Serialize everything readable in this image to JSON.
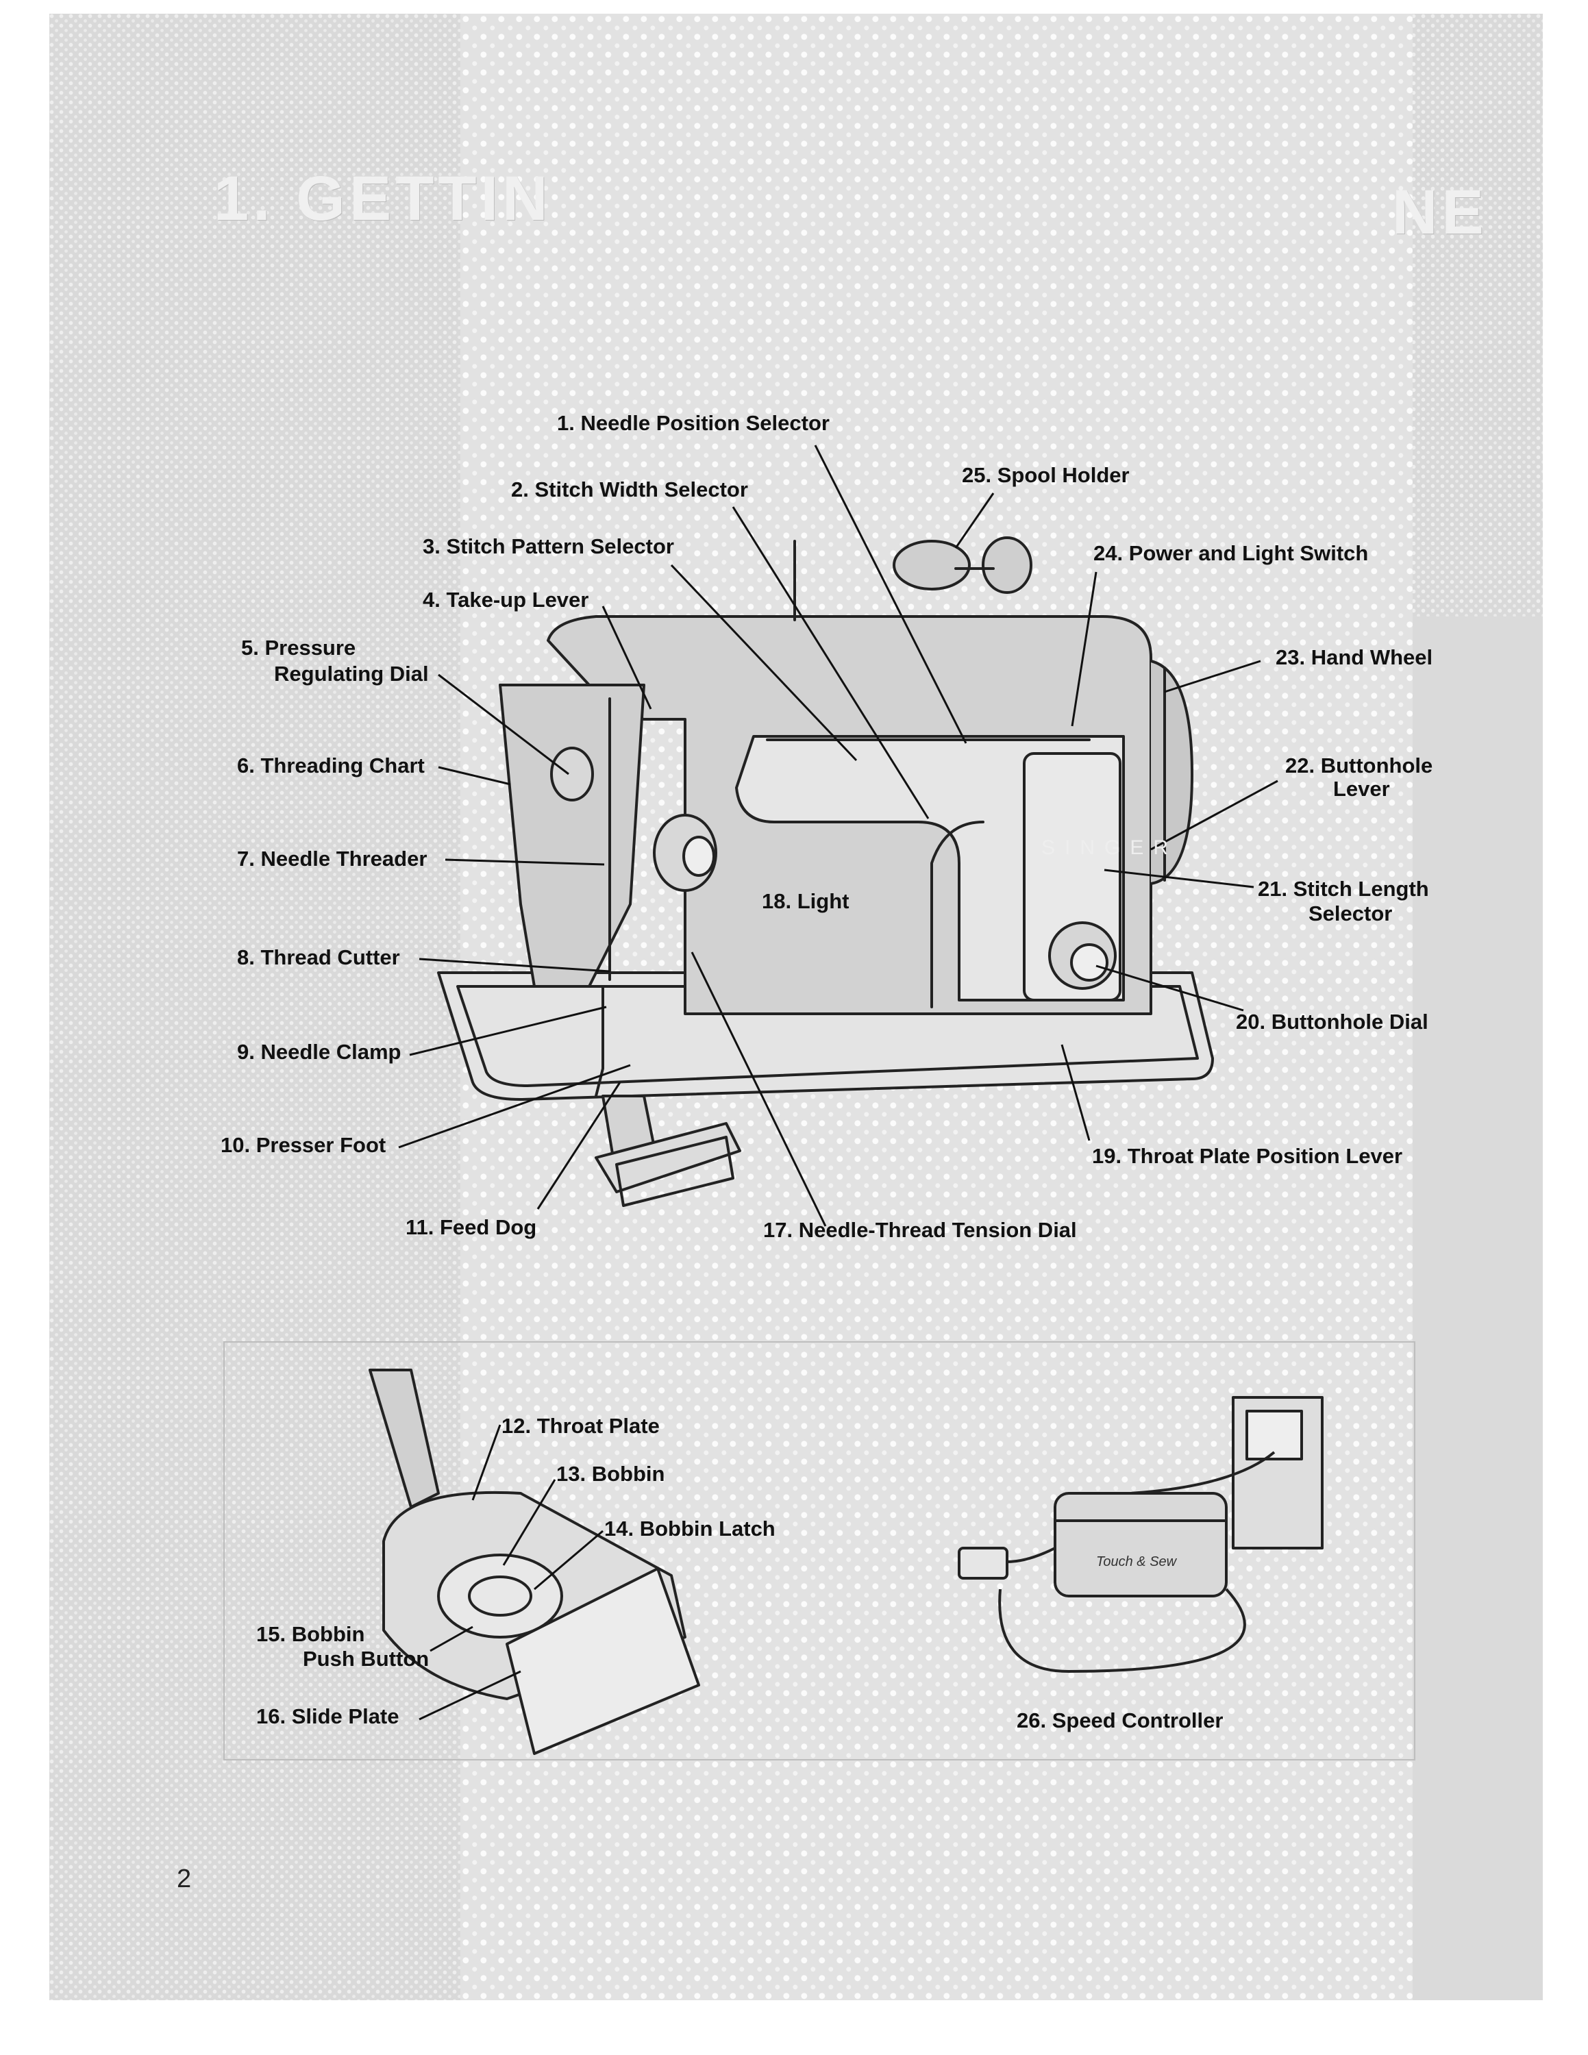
{
  "title": {
    "left_fragment": "1. GETTIN",
    "right_fragment": "NE"
  },
  "labels": [
    {
      "id": "l1",
      "text": "1.  Needle Position Selector"
    },
    {
      "id": "l2",
      "text": "2.  Stitch Width Selector"
    },
    {
      "id": "l3",
      "text": "3.  Stitch Pattern Selector"
    },
    {
      "id": "l4",
      "text": "4.  Take-up Lever"
    },
    {
      "id": "l5a",
      "text": "5.  Pressure"
    },
    {
      "id": "l5b",
      "text": "Regulating Dial"
    },
    {
      "id": "l6",
      "text": "6.  Threading Chart"
    },
    {
      "id": "l7",
      "text": "7.  Needle Threader"
    },
    {
      "id": "l8",
      "text": "8.  Thread Cutter"
    },
    {
      "id": "l9",
      "text": "9.  Needle Clamp"
    },
    {
      "id": "l10",
      "text": "10.  Presser Foot"
    },
    {
      "id": "l11",
      "text": "11.  Feed Dog"
    },
    {
      "id": "l12",
      "text": "12.  Throat Plate"
    },
    {
      "id": "l13",
      "text": "13.  Bobbin"
    },
    {
      "id": "l14",
      "text": "14.  Bobbin Latch"
    },
    {
      "id": "l15a",
      "text": "15.  Bobbin"
    },
    {
      "id": "l15b",
      "text": "Push Button"
    },
    {
      "id": "l16",
      "text": "16.  Slide Plate"
    },
    {
      "id": "l17",
      "text": "17.  Needle-Thread Tension Dial"
    },
    {
      "id": "l18",
      "text": "18.  Light"
    },
    {
      "id": "l19",
      "text": "19.  Throat Plate Position Lever"
    },
    {
      "id": "l20",
      "text": "20.  Buttonhole Dial"
    },
    {
      "id": "l21a",
      "text": "21.  Stitch Length"
    },
    {
      "id": "l21b",
      "text": "Selector"
    },
    {
      "id": "l22a",
      "text": "22.  Buttonhole"
    },
    {
      "id": "l22b",
      "text": "Lever"
    },
    {
      "id": "l23",
      "text": "23.  Hand Wheel"
    },
    {
      "id": "l24",
      "text": "24.  Power and Light Switch"
    },
    {
      "id": "l25",
      "text": "25.  Spool Holder"
    },
    {
      "id": "l26",
      "text": "26.  Speed Controller"
    }
  ],
  "machine_brand": "SINGER",
  "controller_script": "Touch & Sew",
  "page_number": "2"
}
